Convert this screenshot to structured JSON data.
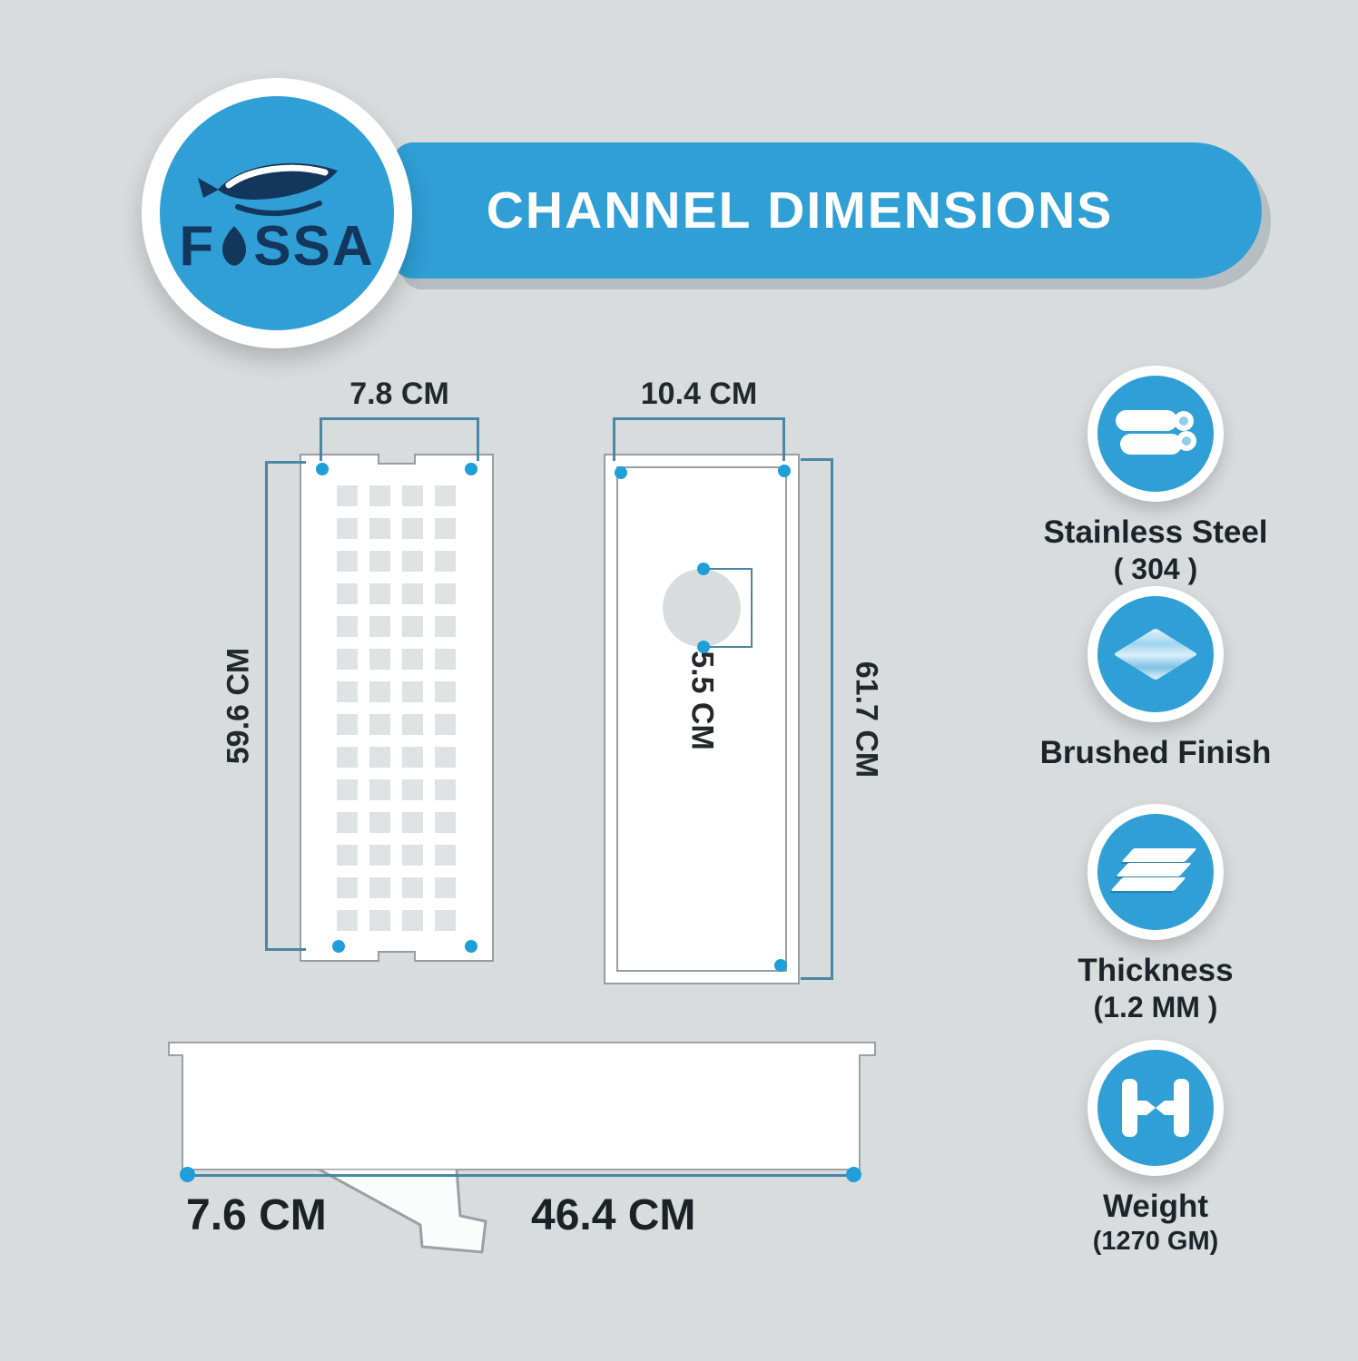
{
  "colors": {
    "background": "#d9dcdd",
    "accent_blue": "#2f9fd6",
    "dimension_line": "#4a86a6",
    "dark_text": "#1d2429",
    "brand_navy": "#13365c"
  },
  "header": {
    "brand": "FOSSA",
    "brand_prefix": "F",
    "brand_suffix": "SSA",
    "title": "CHANNEL DIMENSIONS"
  },
  "grate_view": {
    "width_label": "7.8 CM",
    "height_label": "59.6 CM",
    "hole_count": 56,
    "hole_columns": 4,
    "hole_rows": 14
  },
  "channel_view": {
    "width_label": "10.4 CM",
    "height_label": "61.7 CM",
    "drain_label": "5.5 CM"
  },
  "side_view": {
    "depth_label": "7.6 CM",
    "length_label": "46.4 CM"
  },
  "features": [
    {
      "title": "Stainless Steel",
      "subtitle": "( 304 )",
      "icon": "steel-rolls-icon"
    },
    {
      "title": "Brushed Finish",
      "subtitle": "",
      "icon": "brushed-sheet-icon"
    },
    {
      "title": "Thickness",
      "subtitle": "(1.2 MM )",
      "icon": "sheet-stack-icon"
    },
    {
      "title": "Weight",
      "subtitle": "(1270 GM)",
      "icon": "weight-icon"
    }
  ]
}
